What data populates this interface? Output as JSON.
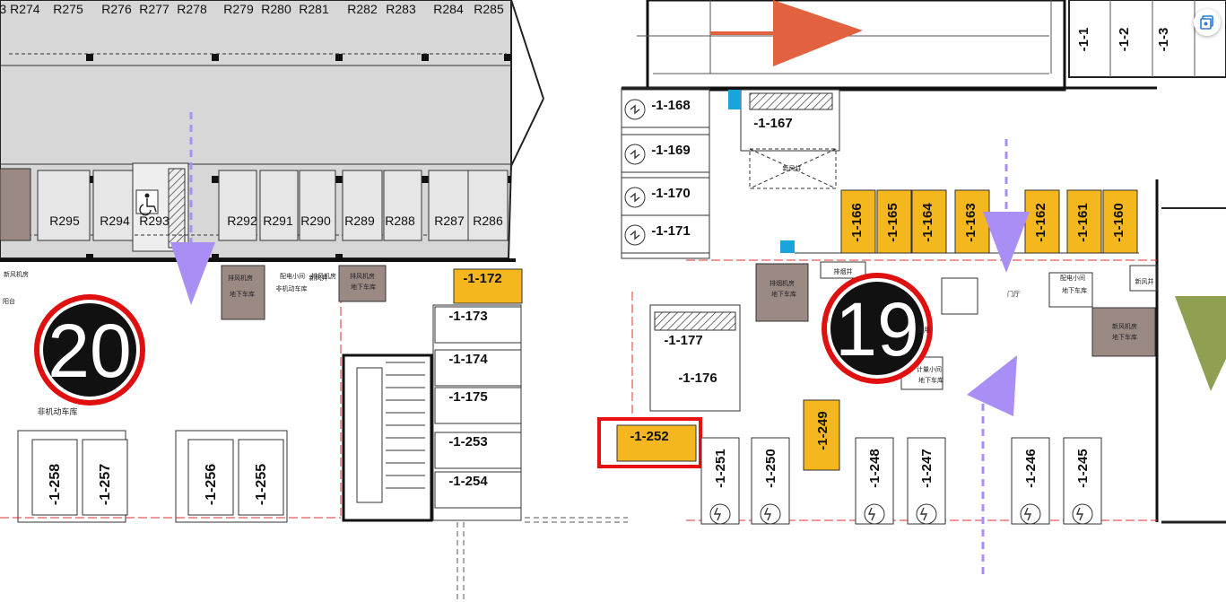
{
  "zones": [
    {
      "id": "zone-20",
      "label": "20"
    },
    {
      "id": "zone-19",
      "label": "19"
    }
  ],
  "colors": {
    "highlight_space": "#f4b71e",
    "selected_border": "#e81010",
    "zone_badge_ring": "#e01010",
    "arrow_purple": "#a98ff5",
    "arrow_red": "#e2623f",
    "arrow_green": "#8fa052",
    "gray_fill": "#d7d7d7",
    "room_brown": "#9b8a84"
  },
  "top_row": [
    "3 R274",
    "R275",
    "R276",
    "R277",
    "R278",
    "R279",
    "R280",
    "R281",
    "R282",
    "R283",
    "R284",
    "R285"
  ],
  "mid_row": [
    "R295",
    "R294",
    "R293",
    "R292",
    "R291",
    "R290",
    "R289",
    "R288",
    "R287",
    "R286"
  ],
  "top_right_vertical": [
    "-1-1",
    "-1-2",
    "-1-3"
  ],
  "left_stack": [
    "-1-168",
    "-1-169",
    "-1-170",
    "-1-171"
  ],
  "upper_center": [
    "-1-167"
  ],
  "yellow_row": [
    "-1-166",
    "-1-165",
    "-1-164",
    "-1-163",
    "-1-162",
    "-1-161",
    "-1-160"
  ],
  "mid_column": [
    "-1-172",
    "-1-173",
    "-1-174",
    "-1-175",
    "-1-253",
    "-1-254"
  ],
  "center_upper": [
    "-1-177",
    "-1-176"
  ],
  "lower_right": [
    "-1-251",
    "-1-250",
    "-1-249",
    "-1-248",
    "-1-247",
    "-1-246",
    "-1-245"
  ],
  "selected_space": "-1-252",
  "lower_left": [
    "-1-258",
    "-1-257",
    "-1-256",
    "-1-255"
  ],
  "room_labels": {
    "left_nonmotor": "非机动车库",
    "left_row": [
      "新风机房",
      "排风机房",
      "排风机房",
      "配电小间",
      "新风井",
      "排风机房"
    ],
    "left_row_sub": [
      "地下车库",
      "非机动车库",
      "地下车库"
    ],
    "right_row": [
      "排烟机房",
      "排烟井",
      "门厅",
      "配电小间",
      "新风井",
      "新风机房",
      "计量小间",
      "备用",
      "新风井"
    ],
    "right_row_sub": [
      "地下车库",
      "地下车库",
      "地下车库",
      "地下车库"
    ],
    "small_box": "阳台"
  }
}
